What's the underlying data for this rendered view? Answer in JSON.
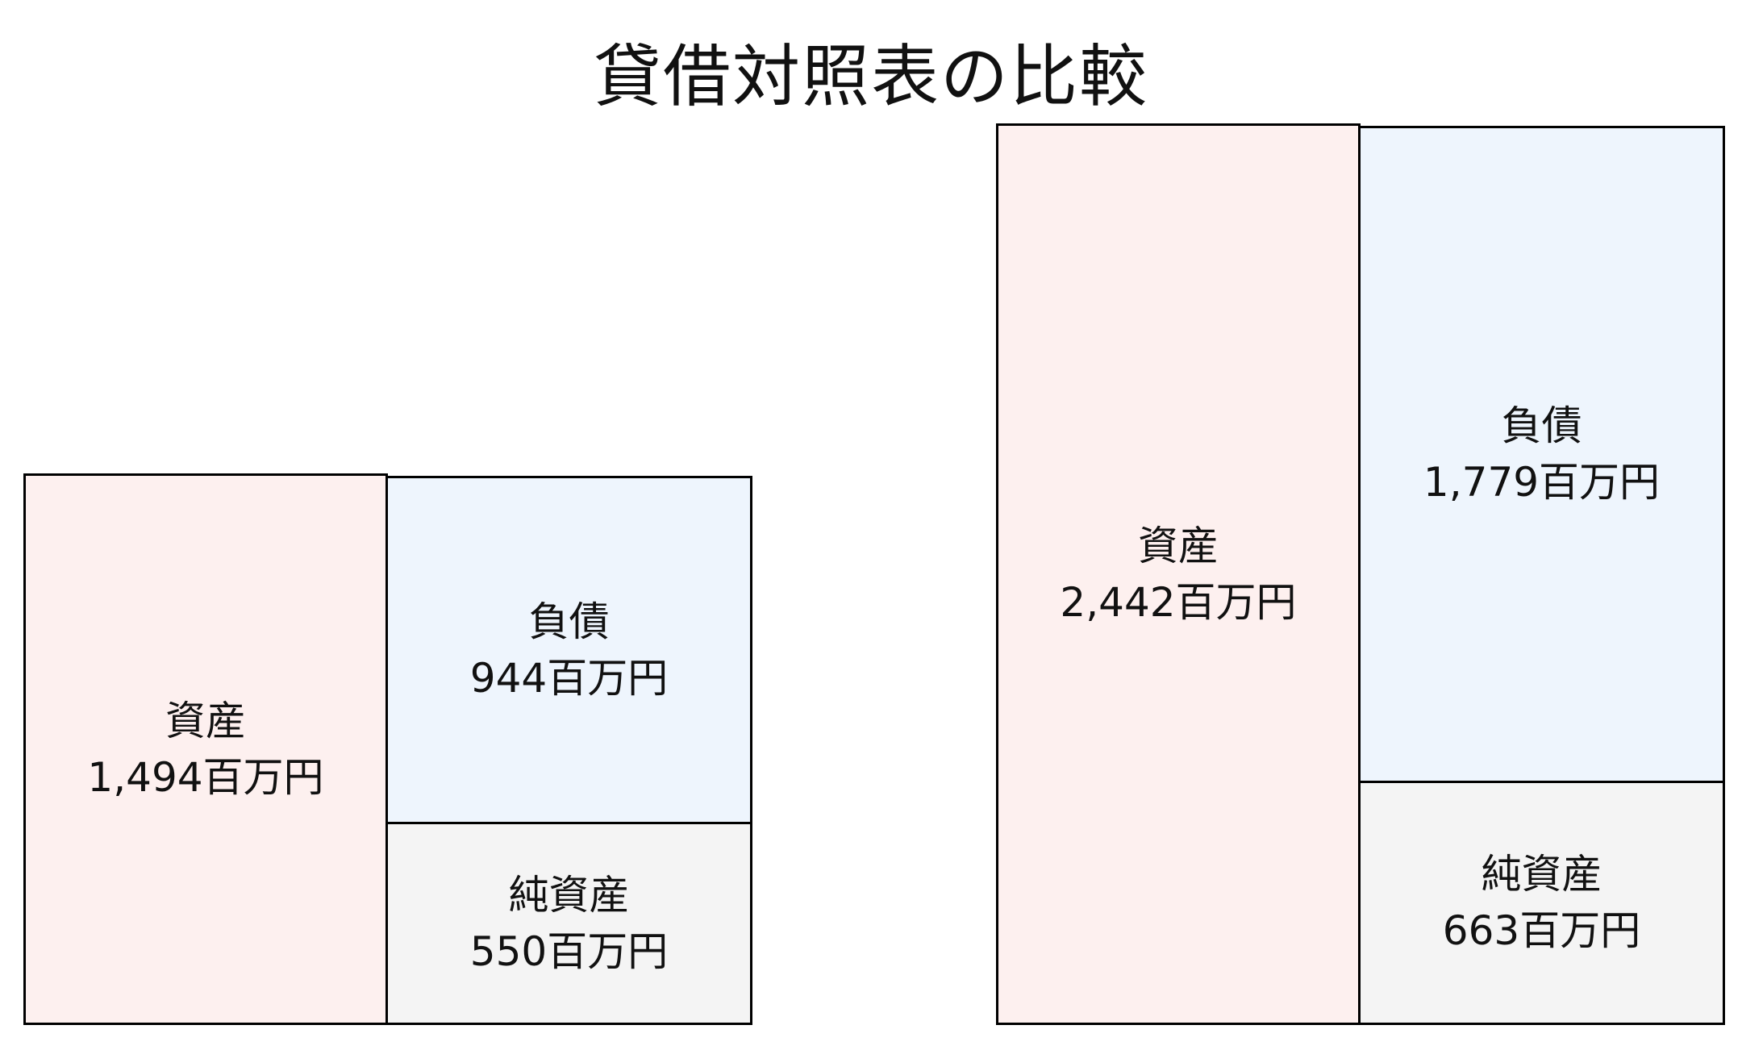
{
  "title": "貸借対照表の比較",
  "unit": "百万円",
  "colors": {
    "assets": "#fdf0ef",
    "liabilities": "#eef5fd",
    "net_assets": "#f4f4f4",
    "border": "#000000"
  },
  "sheets": [
    {
      "assets": {
        "label": "資産",
        "value": 1494,
        "text": "1,494百万円"
      },
      "liabilities": {
        "label": "負債",
        "value": 944,
        "text": "944百万円"
      },
      "net_assets": {
        "label": "純資産",
        "value": 550,
        "text": "550百万円"
      }
    },
    {
      "assets": {
        "label": "資産",
        "value": 2442,
        "text": "2,442百万円"
      },
      "liabilities": {
        "label": "負債",
        "value": 1779,
        "text": "1,779百万円"
      },
      "net_assets": {
        "label": "純資産",
        "value": 663,
        "text": "663百万円"
      }
    }
  ]
}
